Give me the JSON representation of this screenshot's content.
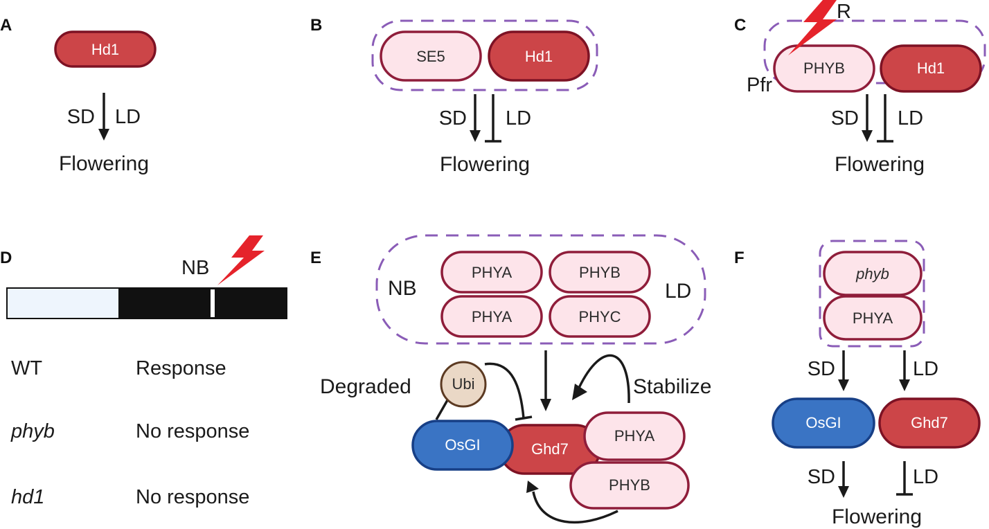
{
  "panels": {
    "A": {
      "letter": "A",
      "hd1": "Hd1",
      "sd": "SD",
      "ld": "LD",
      "flowering": "Flowering"
    },
    "B": {
      "letter": "B",
      "se5": "SE5",
      "hd1": "Hd1",
      "sd": "SD",
      "ld": "LD",
      "flowering": "Flowering"
    },
    "C": {
      "letter": "C",
      "r": "R",
      "phyb": "PHYB",
      "hd1": "Hd1",
      "pfr": "Pfr",
      "sd": "SD",
      "ld": "LD",
      "flowering": "Flowering"
    },
    "D": {
      "letter": "D",
      "nb": "NB",
      "rows": [
        {
          "genotype": "WT",
          "result": "Response"
        },
        {
          "genotype": "phyb",
          "result": "No response"
        },
        {
          "genotype": "hd1",
          "result": "No response"
        }
      ]
    },
    "E": {
      "letter": "E",
      "nb": "NB",
      "ld": "LD",
      "phya1": "PHYA",
      "phyb_top": "PHYB",
      "phya2": "PHYA",
      "phyc": "PHYC",
      "degraded": "Degraded",
      "ubi": "Ubi",
      "stabilize": "Stabilize",
      "osgi": "OsGI",
      "ghd7": "Ghd7",
      "phya3": "PHYA",
      "phyb_bottom": "PHYB"
    },
    "F": {
      "letter": "F",
      "phyb": "phyb",
      "phya": "PHYA",
      "sd_top": "SD",
      "ld_top": "LD",
      "osgi": "OsGI",
      "ghd7": "Ghd7",
      "sd_bottom": "SD",
      "ld_bottom": "LD",
      "flowering": "Flowering"
    }
  },
  "colors": {
    "light_pill": "#fde4ea",
    "red_pill": "#cc4548",
    "blue_pill": "#3a74c4",
    "dashed_outline": "#8a5cb7",
    "lightning": "#e5232b",
    "ubi_fill": "#ead8c6"
  }
}
